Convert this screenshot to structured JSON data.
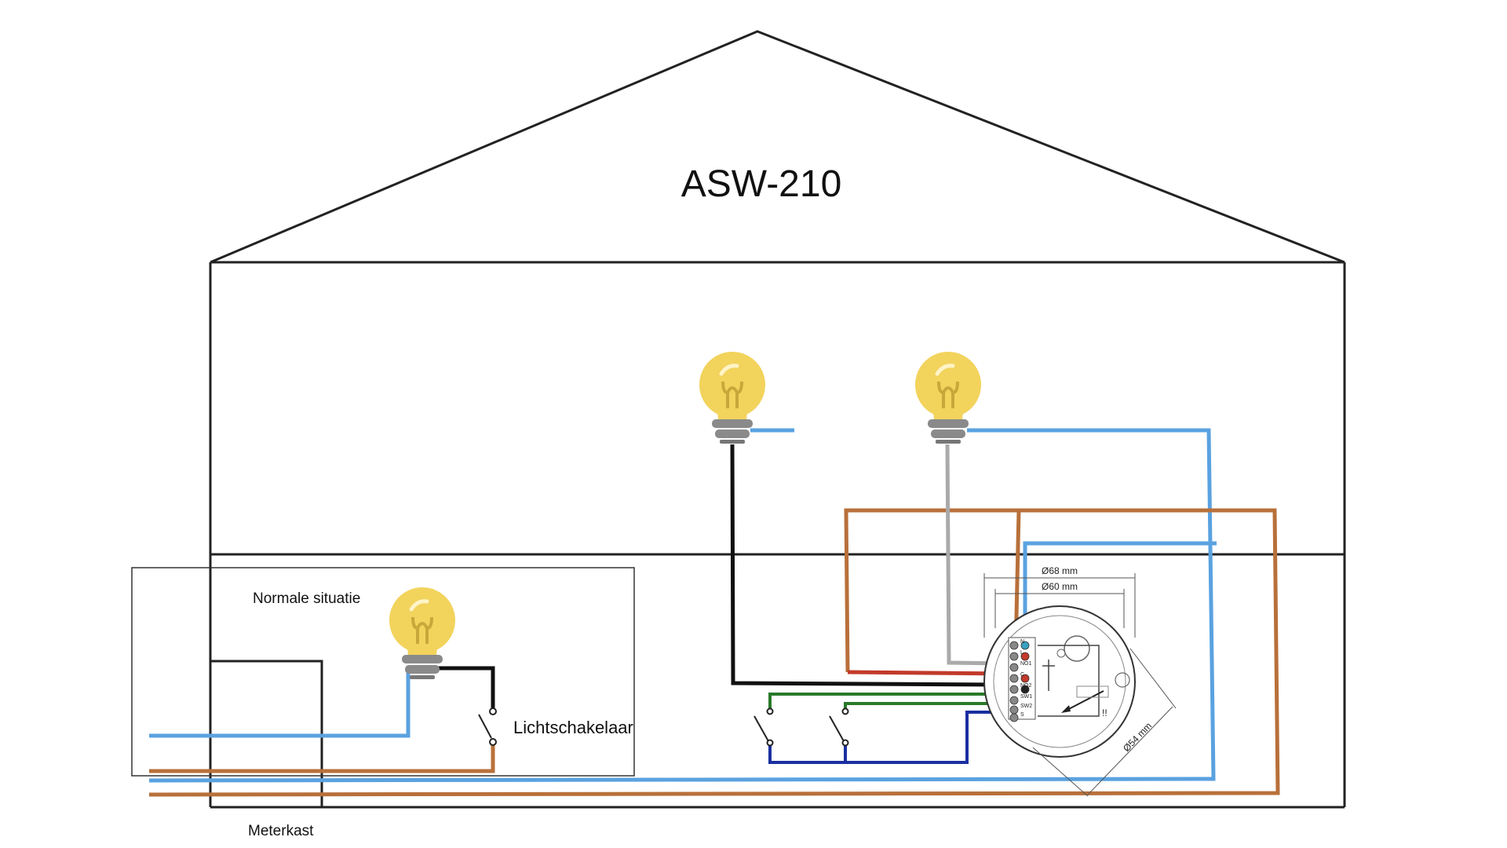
{
  "diagram": {
    "title": "ASW-210",
    "labels": {
      "normal_situation": "Normale situatie",
      "light_switch": "Lichtschakelaar",
      "meter_cabinet": "Meterkast"
    },
    "module": {
      "terminals": [
        "N",
        "L",
        "NO1",
        "C",
        "NO2",
        "SW1",
        "SW2",
        "S"
      ],
      "dim_outer": "Ø68 mm",
      "dim_inner": "Ø60 mm",
      "dim_diag": "Ø54 mm",
      "warning": "!!"
    },
    "wire_colors": {
      "neutral": "#5aa2e0",
      "live": "#b8703a",
      "switched": "#111111",
      "switched2": "#aaaaaa",
      "switch_common": "#1a2fa0",
      "switch_signal": "#2a7a2a",
      "red": "#c23a2a"
    }
  }
}
